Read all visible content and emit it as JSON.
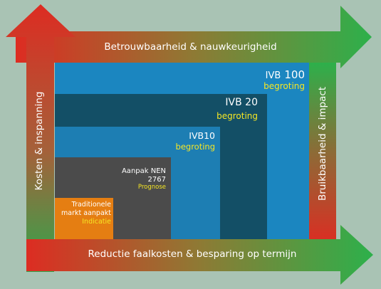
{
  "arrows": {
    "top": "Betrouwbaarheid & nauwkeurigheid",
    "bottom": "Reductie faalkosten & besparing op termijn",
    "left": "Kosten & inspanning",
    "right": "Bruikbaarheid & impact"
  },
  "levels": [
    {
      "name": "IVB",
      "number": "100",
      "sub": "begroting"
    },
    {
      "name": "IVB 20",
      "sub": "begroting"
    },
    {
      "name": "IVB10",
      "sub": "begroting"
    },
    {
      "name_line1": "Aanpak NEN",
      "name_line2": "2767",
      "sub": "Prognose"
    },
    {
      "name_line1": "Traditionele",
      "name_line2": "markt aanpakt",
      "sub": "Indicatie"
    }
  ],
  "colors": {
    "background": "#a9c3b4",
    "ivb100": "#1b86c0",
    "ivb20": "#134f66",
    "ivb10": "#1d7eb3",
    "nen": "#4b4b4b",
    "traditional": "#e57e12",
    "subtext": "#f5e624",
    "arrow_red": "#dd2c22",
    "arrow_green": "#2db04b"
  }
}
